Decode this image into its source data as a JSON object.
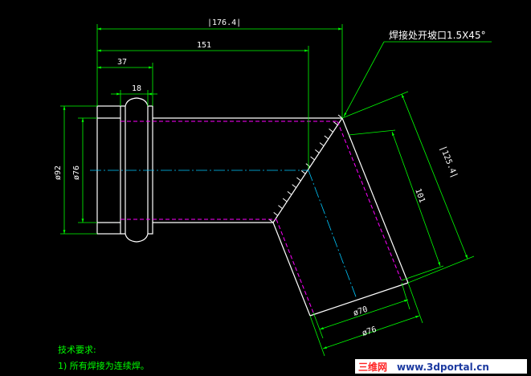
{
  "dimensions": {
    "overall_length": "|176.4|",
    "tube_length": "151",
    "flange_offset": "37",
    "flange_width": "18",
    "flange_od": "ø92",
    "tube_od": "ø76",
    "branch_slant": "|125.4|",
    "branch_length": "101",
    "branch_id": "ø70",
    "branch_od": "ø76"
  },
  "callout": {
    "label": "焊接处开坡口1.5X45°"
  },
  "notes": {
    "heading": "技术要求:",
    "item1": "1) 所有焊接为连续焊。"
  },
  "watermark": {
    "brand": "三维网",
    "url": "www.3dportal.cn"
  },
  "colors": {
    "background": "#000000",
    "outline": "#ffffff",
    "dimension": "#00ff00",
    "hidden": "#ff00ff",
    "center": "#00c8ff",
    "watermark_red": "#ff2020"
  }
}
